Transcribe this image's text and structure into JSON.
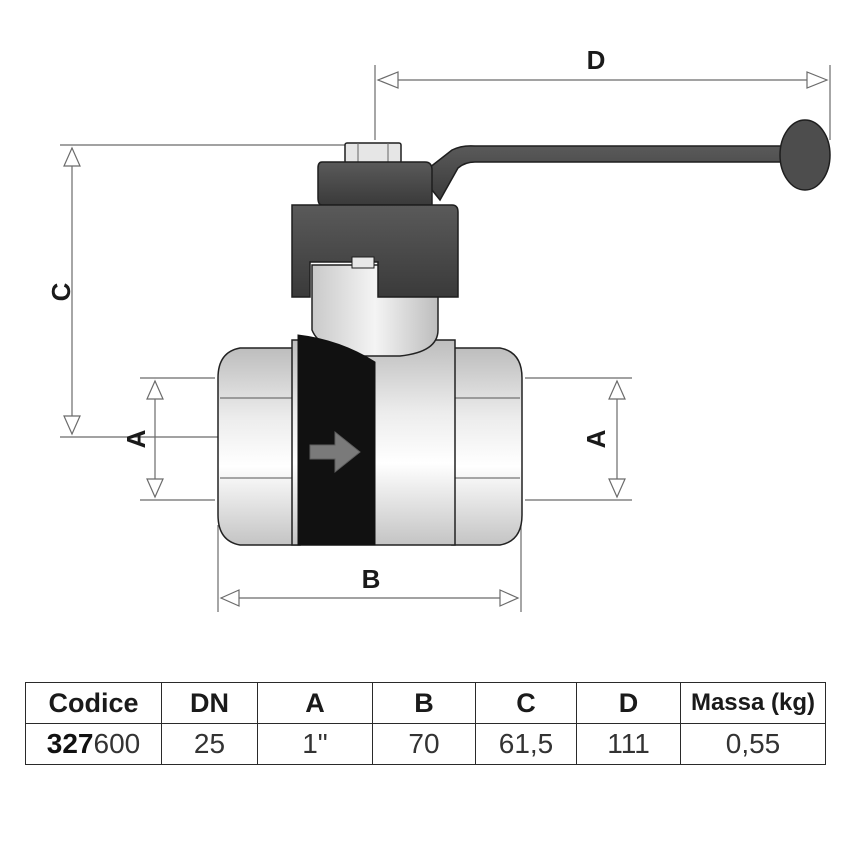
{
  "dimensions": {
    "A": "A",
    "B": "B",
    "C": "C",
    "D": "D"
  },
  "table": {
    "headers": [
      "Codice",
      "DN",
      "A",
      "B",
      "C",
      "D",
      "Massa (kg)"
    ],
    "row": {
      "codice_prefix": "327",
      "codice_suffix": "600",
      "dn": "25",
      "a": "1\"",
      "b": "70",
      "c": "61,5",
      "d": "111",
      "massa": "0,55"
    }
  },
  "colors": {
    "body": "#d9d9d9",
    "handle": "#4a4a4a",
    "seal_band": "#111111",
    "arrow": "#7a7a7a",
    "dimension_lines": "#6b6b6b"
  }
}
